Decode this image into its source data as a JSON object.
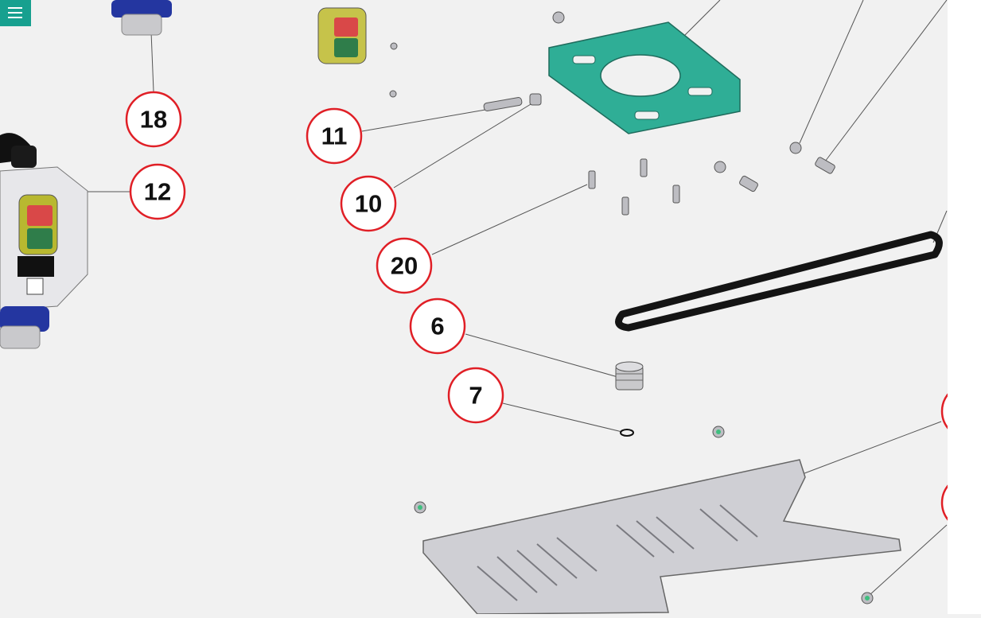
{
  "menu": {
    "icon": "hamburger-menu-icon",
    "color": "#17a08f"
  },
  "colors": {
    "callout_ring": "#e01f26",
    "bracket": "#2fae96",
    "belt": "#141414",
    "switch_red": "#d94848",
    "switch_green": "#2f7d4a",
    "switch_housing": "#b8b830",
    "knob_blue": "#2436a0",
    "tray": "#cfcfd4"
  },
  "callouts": [
    {
      "id": "c18",
      "label": "18"
    },
    {
      "id": "c12",
      "label": "12"
    },
    {
      "id": "c11",
      "label": "11"
    },
    {
      "id": "c10",
      "label": "10"
    },
    {
      "id": "c20",
      "label": "20"
    },
    {
      "id": "c6",
      "label": "6"
    },
    {
      "id": "c7",
      "label": "7"
    },
    {
      "id": "c-edge-1",
      "label": ""
    },
    {
      "id": "c-edge-2",
      "label": ""
    }
  ]
}
